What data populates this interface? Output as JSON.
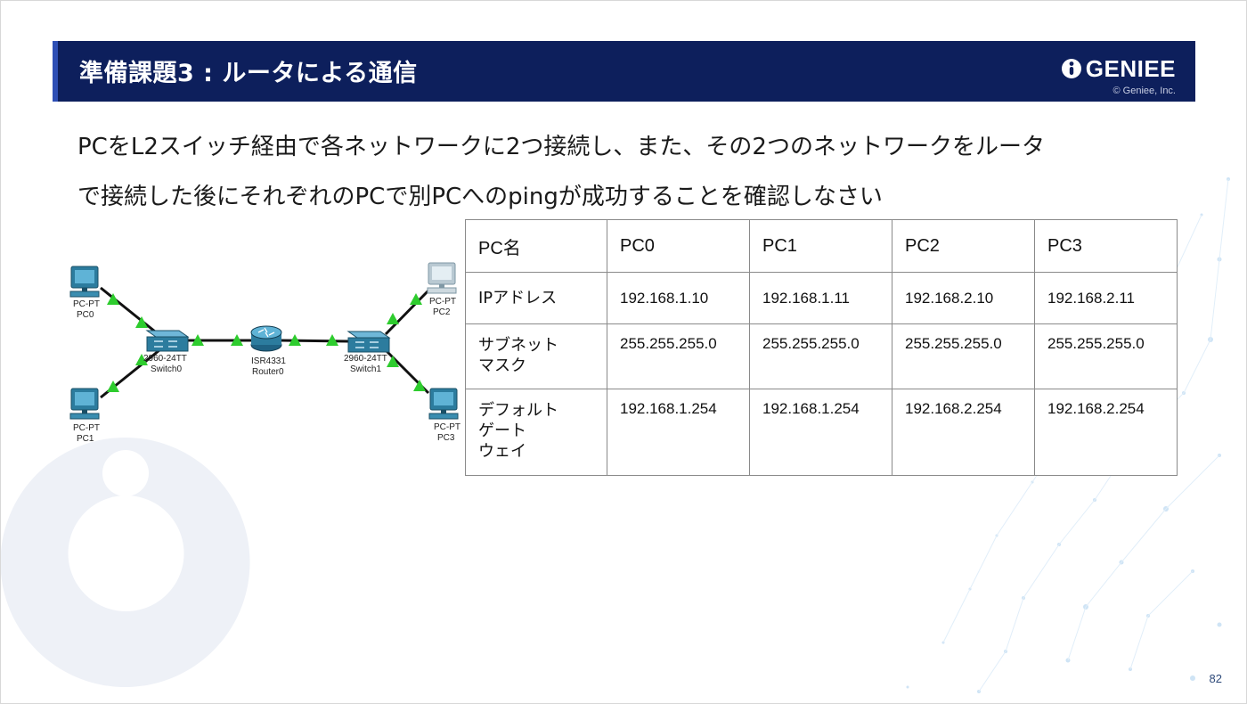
{
  "header": {
    "title": "準備課題3 : ルータによる通信",
    "logo_text": "GENIEE",
    "copyright": "© Geniee, Inc."
  },
  "description": {
    "line1": "PCをL2スイッチ経由で各ネットワークに2つ接続し、また、その2つのネットワークをルータ",
    "line2": "で接続した後にそれぞれのPCで別PCへのpingが成功することを確認しなさい"
  },
  "topology": {
    "pc0": {
      "type": "PC-PT",
      "name": "PC0"
    },
    "pc1": {
      "type": "PC-PT",
      "name": "PC1"
    },
    "pc2": {
      "type": "PC-PT",
      "name": "PC2"
    },
    "pc3": {
      "type": "PC-PT",
      "name": "PC3"
    },
    "switch0": {
      "model": "2960-24TT",
      "name": "Switch0"
    },
    "switch1": {
      "model": "2960-24TT",
      "name": "Switch1"
    },
    "router0": {
      "model": "ISR4331",
      "name": "Router0"
    },
    "link_status_color": "#2ecc2e",
    "device_color": "#2c7c9e"
  },
  "table": {
    "headers": [
      "PC名",
      "PC0",
      "PC1",
      "PC2",
      "PC3"
    ],
    "rows": [
      {
        "label_lines": [
          "IPアドレス"
        ],
        "values": [
          "192.168.1.10",
          "192.168.1.11",
          "192.168.2.10",
          "192.168.2.11"
        ]
      },
      {
        "label_lines": [
          "サブネット",
          "マスク"
        ],
        "values": [
          "255.255.255.0",
          "255.255.255.0",
          "255.255.255.0",
          "255.255.255.0"
        ]
      },
      {
        "label_lines": [
          "デフォルト",
          "ゲート",
          "ウェイ"
        ],
        "values": [
          "192.168.1.254",
          "192.168.1.254",
          "192.168.2.254",
          "192.168.2.254"
        ]
      }
    ]
  },
  "page_number": "82",
  "colors": {
    "header_bg": "#0d1f5c",
    "header_accent": "#2e4fb5",
    "watermark": "#eef1f7"
  }
}
